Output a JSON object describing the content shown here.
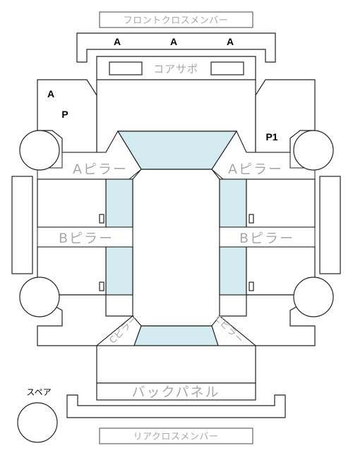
{
  "labels": {
    "front_cross_member": "フロントクロスメンバー",
    "core_support": "コアサポ",
    "a_pillar_left": "Aピラー",
    "a_pillar_right": "Aピラー",
    "b_pillar_left": "Bピラー",
    "b_pillar_right": "Bピラー",
    "c_pillar_left": "Cピラー",
    "c_pillar_right": "Cピラー",
    "back_panel": "バックパネル",
    "rear_cross_member": "リアクロスメンバー",
    "spare": "スペア"
  },
  "marks": {
    "front_1": "A",
    "front_2": "A",
    "front_3": "A",
    "left_fender_1": "A",
    "left_fender_2": "P",
    "right_fender": "P1"
  },
  "colors": {
    "glass": "#d3ebf0",
    "outline": "#222222",
    "label_gray": "#a8a8a8"
  }
}
